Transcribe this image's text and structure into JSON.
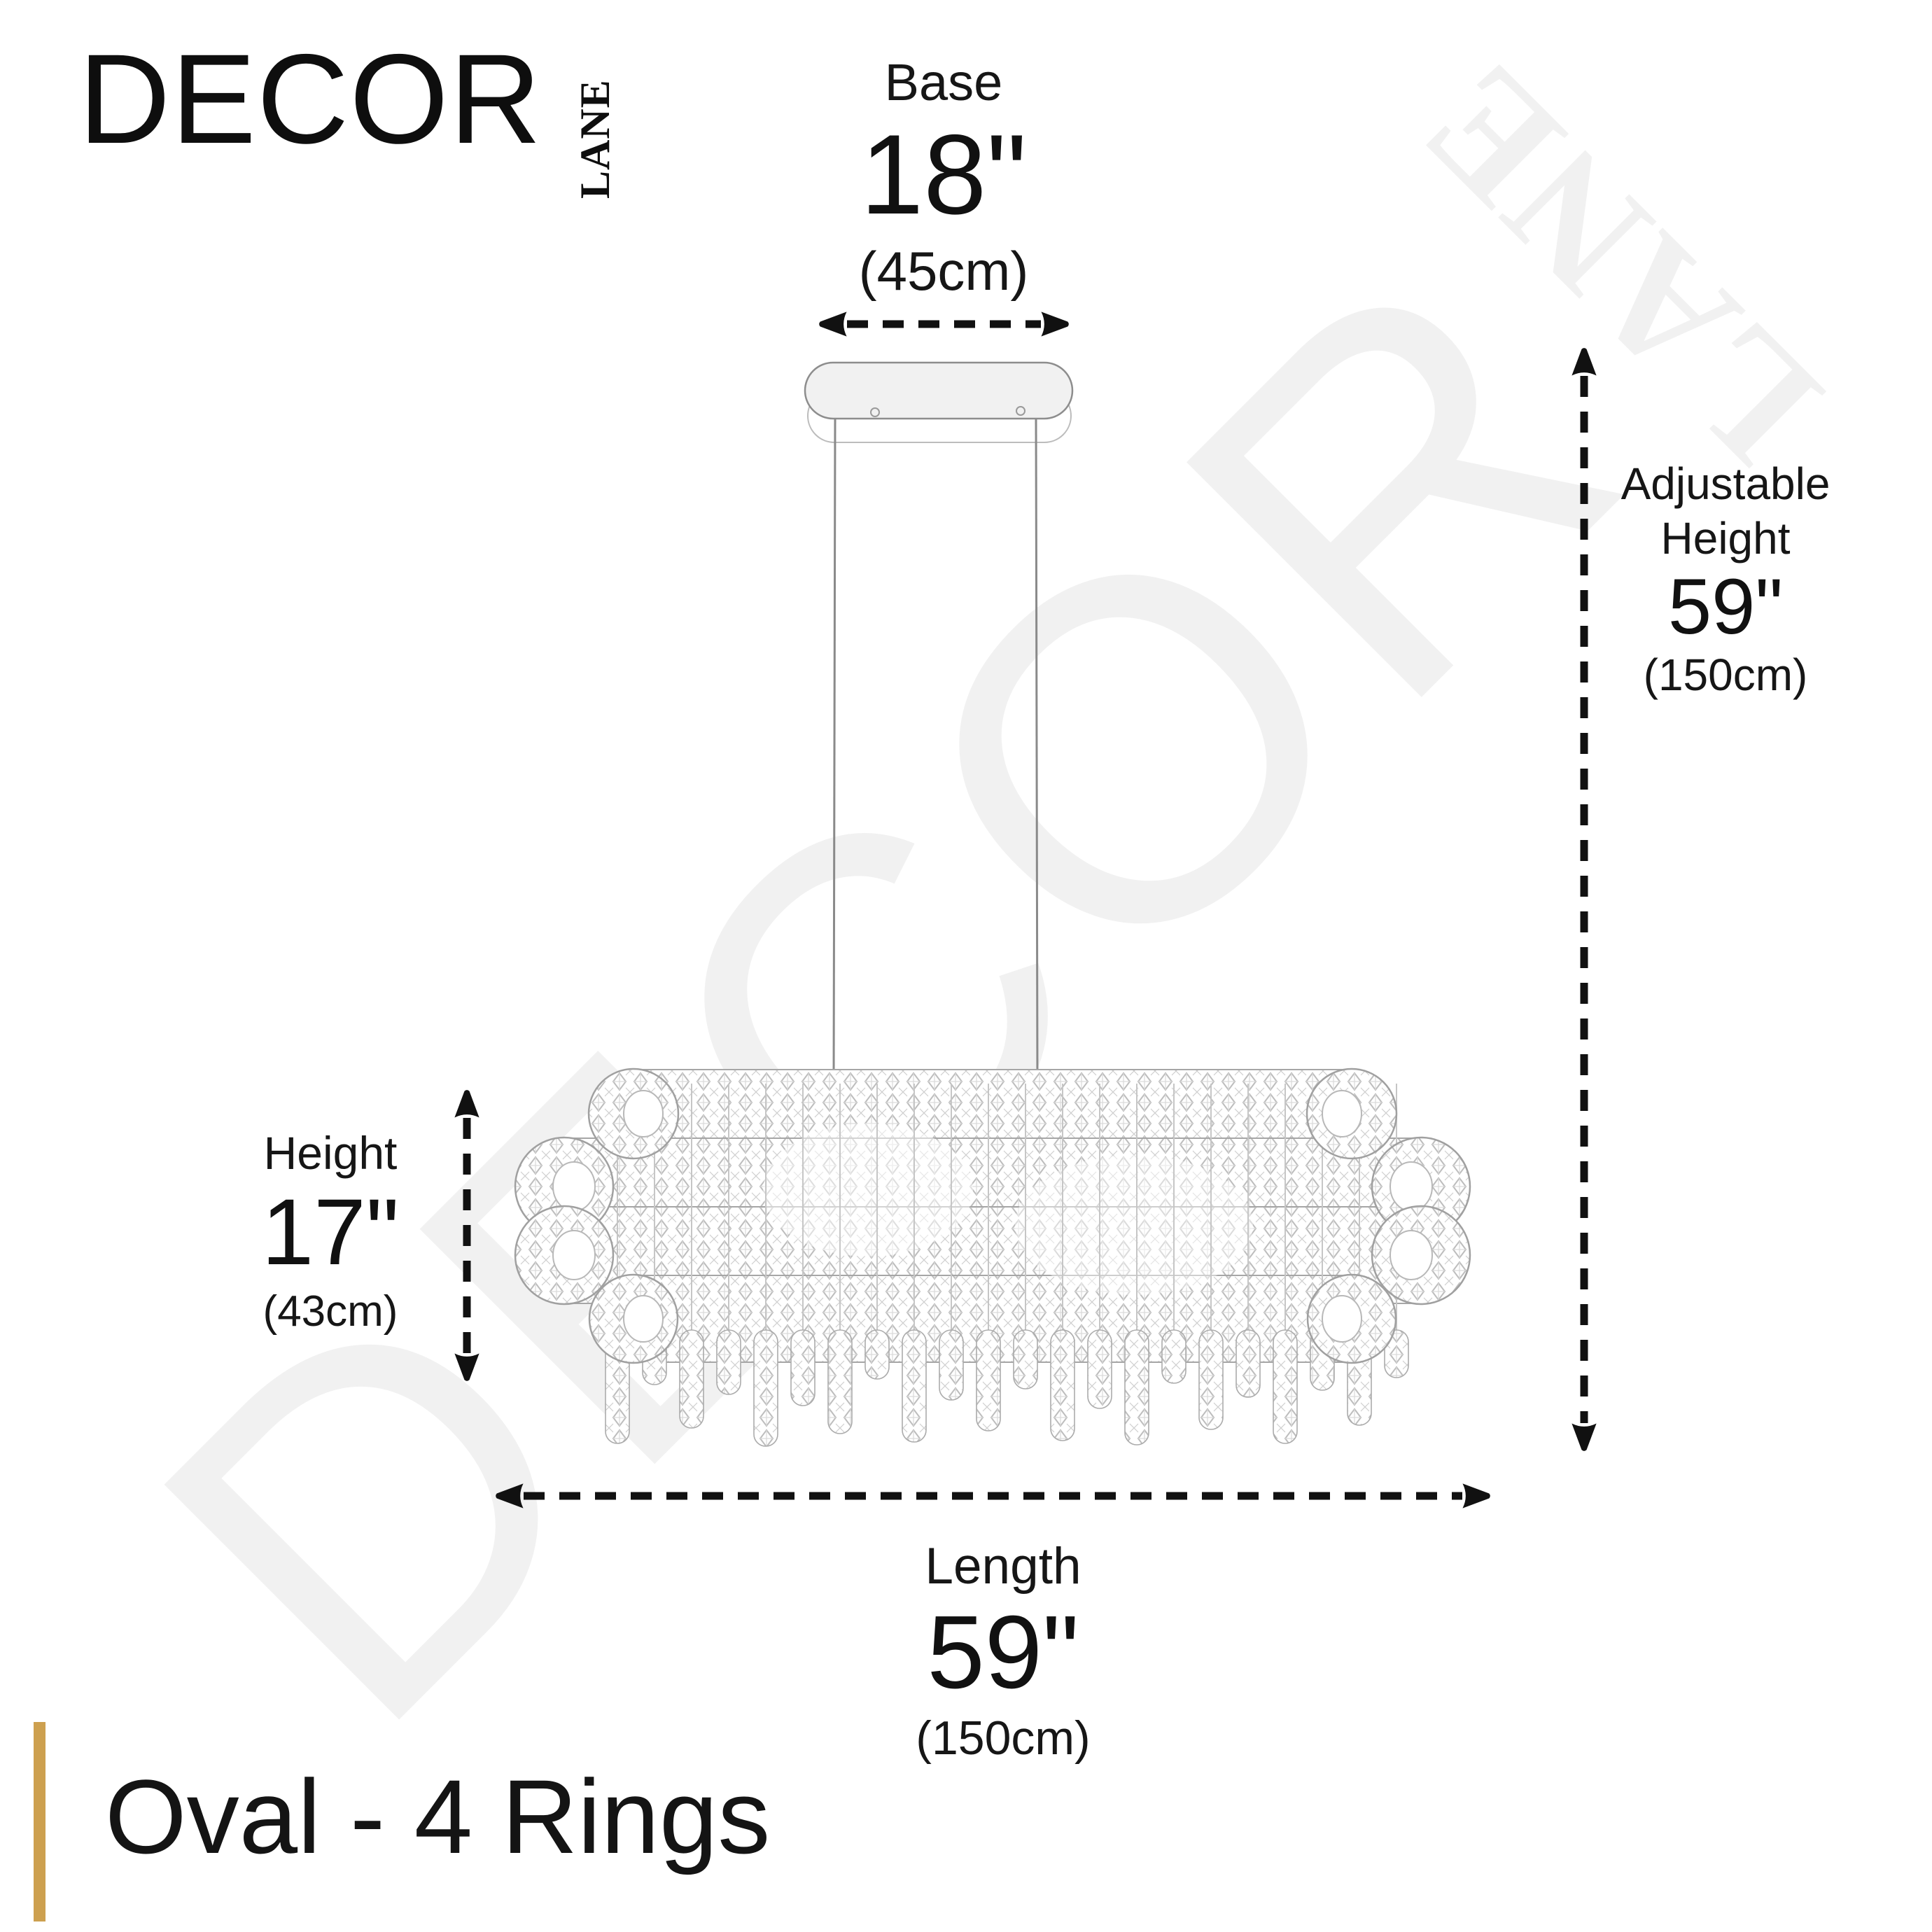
{
  "logo": {
    "primary": "DECOR",
    "secondary": "LANE"
  },
  "watermark": {
    "primary": "DECOR",
    "secondary": "LANE"
  },
  "annotations": {
    "base": {
      "label": "Base",
      "value_in": "18\"",
      "value_cm": "(45cm)"
    },
    "adjustable_height": {
      "label_line1": "Adjustable",
      "label_line2": "Height",
      "value_in": "59\"",
      "value_cm": "(150cm)"
    },
    "fixture_height": {
      "label": "Height",
      "value_in": "17\"",
      "value_cm": "(43cm)"
    },
    "length": {
      "label": "Length",
      "value_in": "59\"",
      "value_cm": "(150cm)"
    }
  },
  "title": {
    "text": "Oval - 4 Rings"
  },
  "colors": {
    "accent_bar": "#CDA04F",
    "text": "#1A1A1A",
    "arrow": "#111111",
    "sketch_stroke": "#A8A8A8",
    "watermark": "rgba(0,0,0,0.055)"
  }
}
